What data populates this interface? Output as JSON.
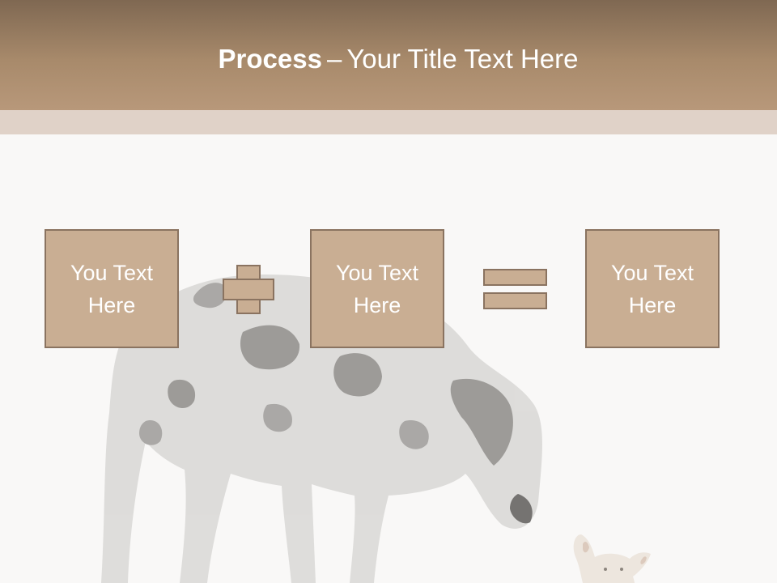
{
  "slide": {
    "title_bold": "Process",
    "title_dash": "–",
    "title_rest": "Your Title Text Here"
  },
  "boxes": [
    {
      "text": "You Text Here"
    },
    {
      "text": "You Text Here"
    },
    {
      "text": "You Text Here"
    }
  ],
  "operators": [
    "plus-icon",
    "equals-icon"
  ],
  "colors": {
    "header_dark": "#7f6852",
    "header_light": "#b8987a",
    "band": "#e0d2c8",
    "box_fill": "#c9ae93",
    "box_border": "#8a7360",
    "background": "#f9f8f7"
  }
}
